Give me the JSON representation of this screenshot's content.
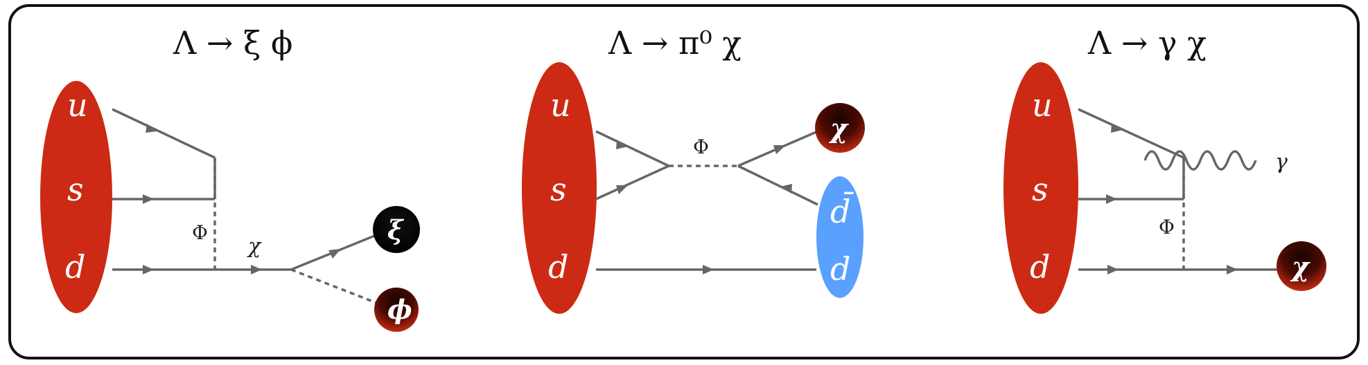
{
  "panels": [
    {
      "title": "Λ  → ξ ϕ",
      "quarks": [
        "u",
        "s",
        "d"
      ],
      "mediator": "Φ",
      "intermediate": "χ",
      "final_states": [
        "ξ",
        "ϕ"
      ]
    },
    {
      "title": "Λ  → π⁰ χ",
      "quarks": [
        "u",
        "s",
        "d"
      ],
      "mediator": "Φ",
      "final_states": [
        "χ"
      ],
      "meson_quarks": [
        "d̄",
        "d"
      ]
    },
    {
      "title": "Λ  → γ χ",
      "quarks": [
        "u",
        "s",
        "d"
      ],
      "mediator": "Φ",
      "photon": "γ",
      "final_states": [
        "χ"
      ]
    }
  ],
  "colors": {
    "baryon": "#cc2a14",
    "meson": "#5aa0ff",
    "line": "#666666",
    "xi_ball": "#000000",
    "dark_ball": "#6b0f05"
  }
}
